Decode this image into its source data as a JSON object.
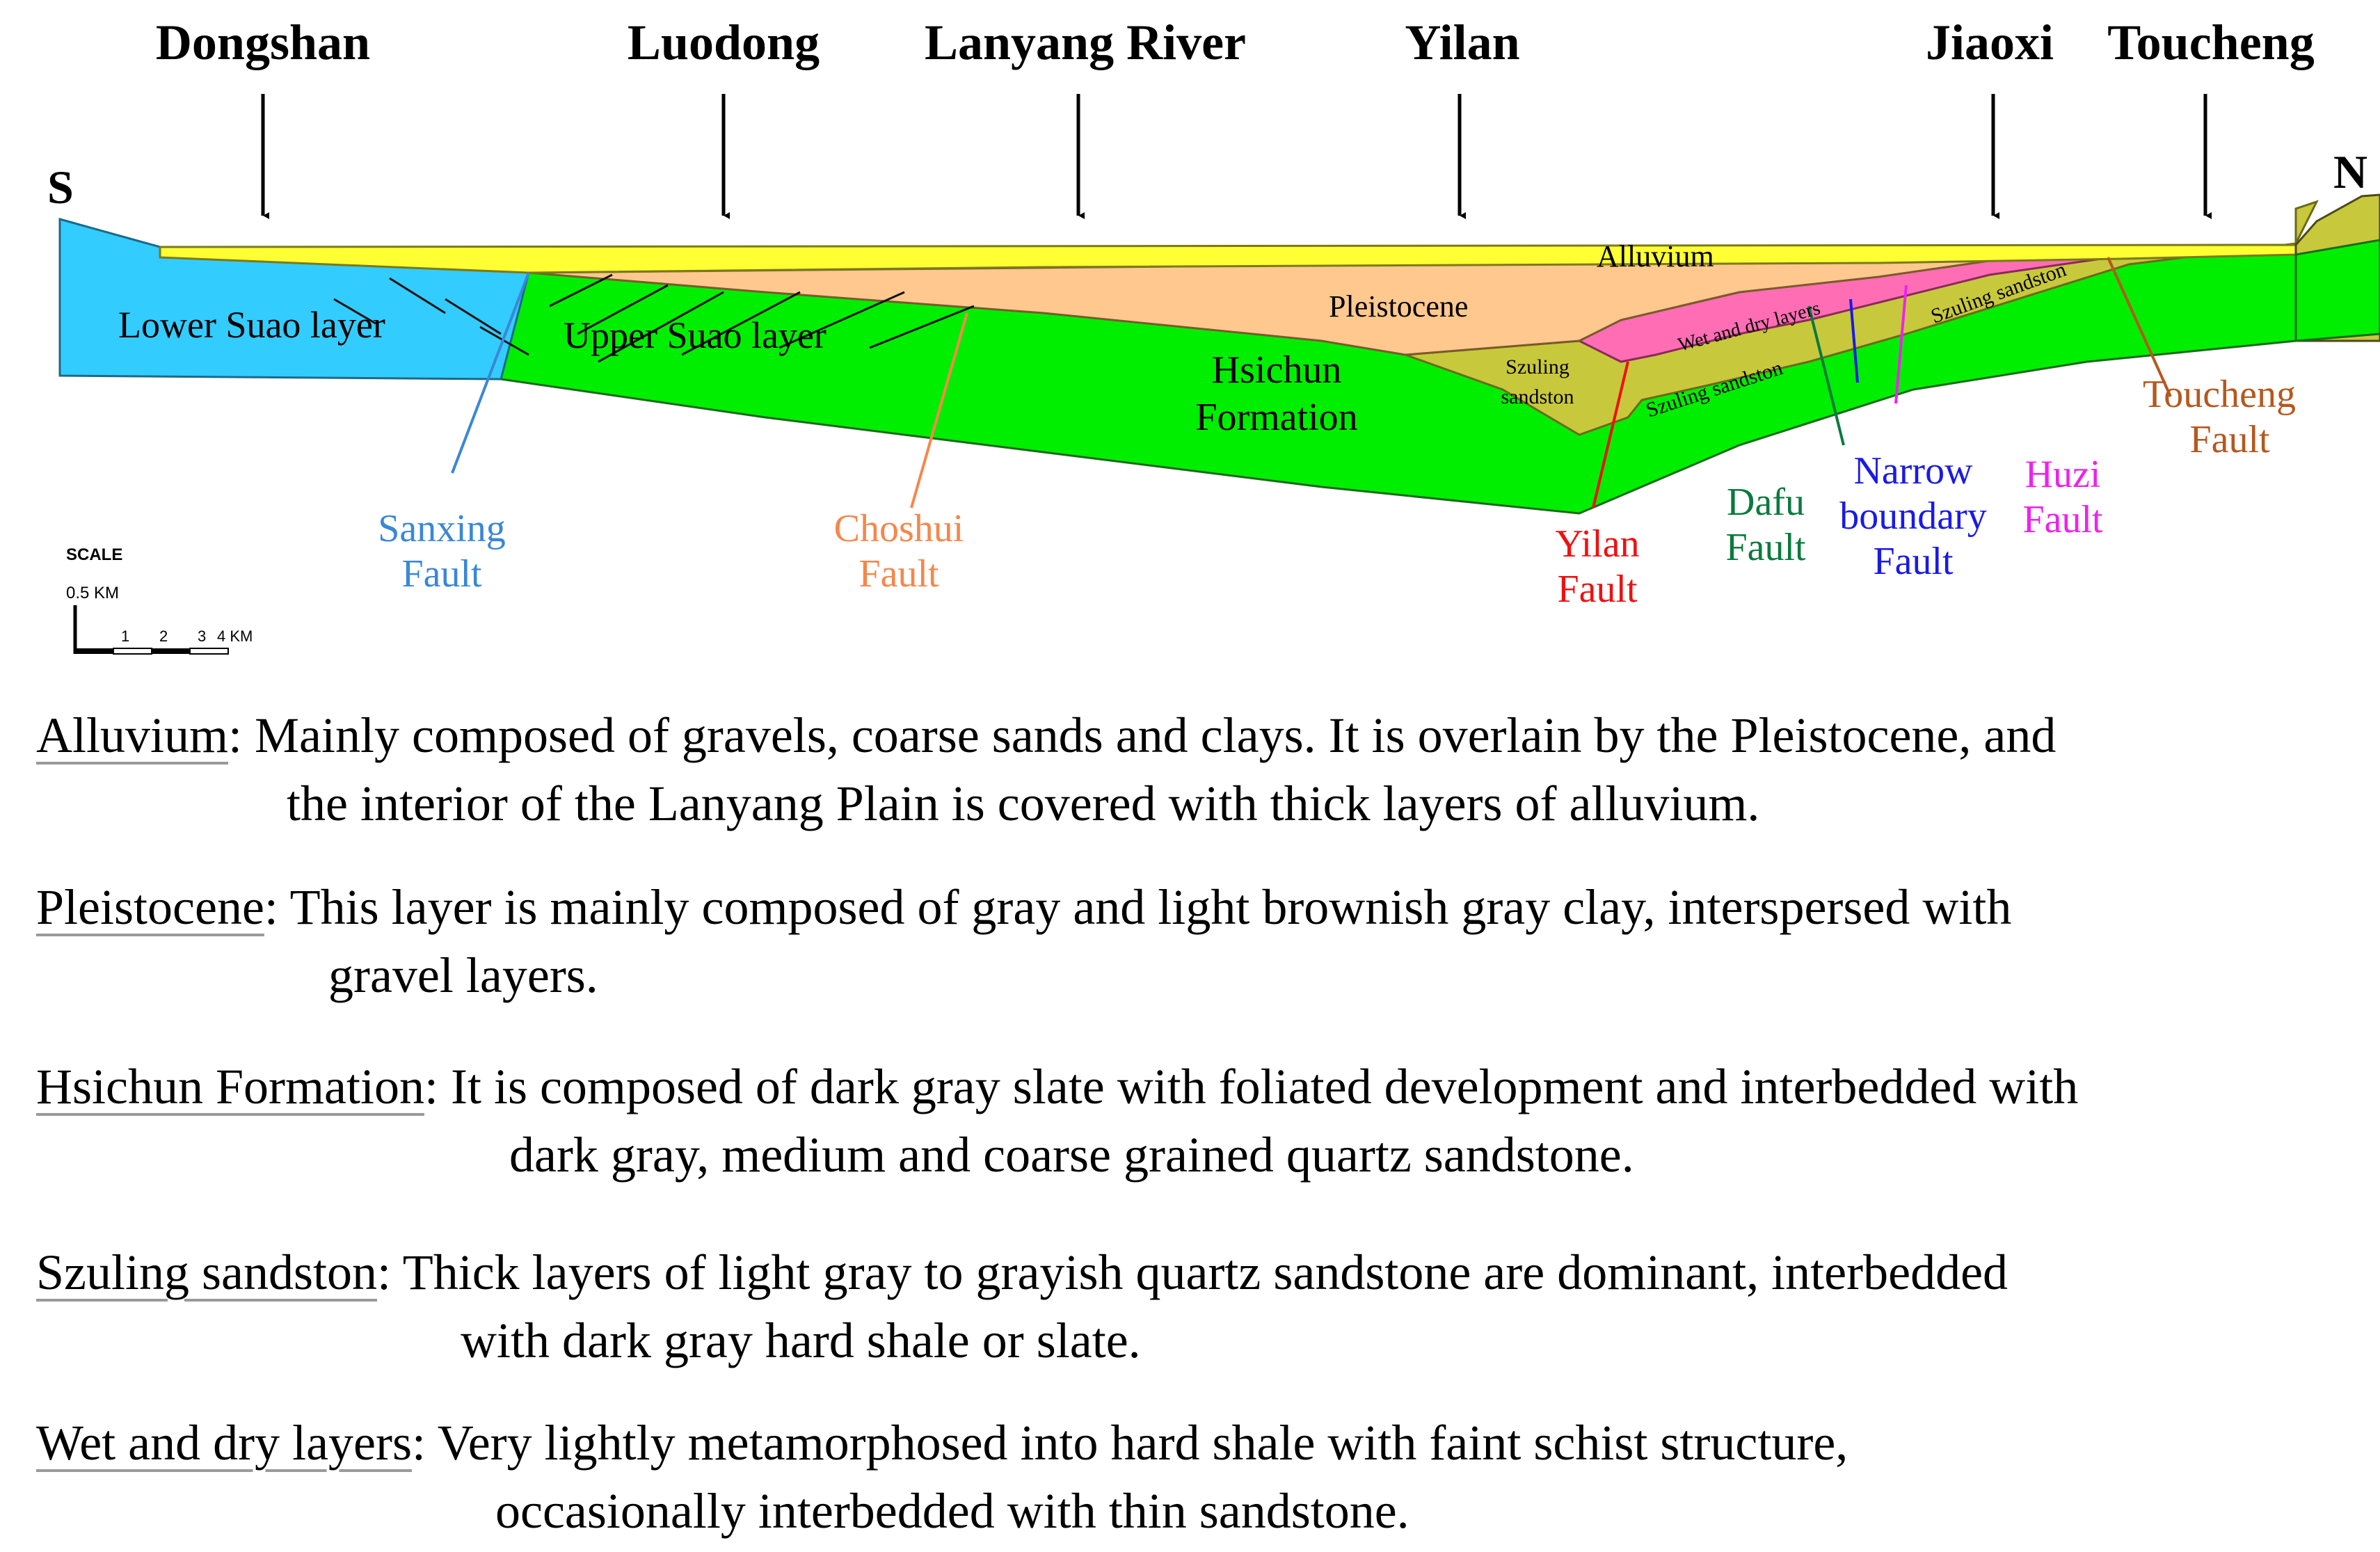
{
  "directions": {
    "south": "S",
    "north": "N"
  },
  "towns": [
    "Dongshan",
    "Luodong",
    "Lanyang River",
    "Yilan",
    "Jiaoxi",
    "Toucheng"
  ],
  "layers": {
    "alluvium": "Alluvium",
    "pleistocene": "Pleistocene",
    "lower_suao": "Lower Suao layer",
    "upper_suao": "Upper Suao layer",
    "hsichun_1": "Hsichun",
    "hsichun_2": "Formation",
    "szuling_west_1": "Szuling",
    "szuling_west_2": "sandston",
    "szuling_mid": "Szuling sandston",
    "szuling_east": "Szuling sandston",
    "wet_dry": "Wet and dry layers"
  },
  "faults": {
    "sanxing": [
      "Sanxing",
      "Fault"
    ],
    "choshui": [
      "Choshui",
      "Fault"
    ],
    "yilan": [
      "Yilan",
      "Fault"
    ],
    "dafu": [
      "Dafu",
      "Fault"
    ],
    "narrow": [
      "Narrow",
      "boundary",
      "Fault"
    ],
    "huzi": [
      "Huzi",
      "Fault"
    ],
    "toucheng": [
      "Toucheng",
      "Fault"
    ]
  },
  "scale": {
    "title": "SCALE",
    "vertical": "0.5 KM",
    "ticks": [
      "1",
      "2",
      "3",
      "4 KM"
    ]
  },
  "colors": {
    "lower_suao": "#33ccff",
    "hsichun": "#00ee00",
    "alluvium": "#ffff33",
    "pleistocene": "#ffc88f",
    "szuling": "#c8c83c",
    "wet_dry": "#ff6eb4",
    "sanxing": "#3a87d6",
    "choshui": "#f5874a",
    "yilan": "#ee1111",
    "dafu": "#0b7a3e",
    "narrow": "#1a1ae6",
    "huzi": "#ee22ee",
    "toucheng": "#b5581e"
  },
  "legend": [
    {
      "term": "Alluvium",
      "rest": ": Mainly composed of gravels, coarse sands and clays. It is overlain by the Pleistocene, and",
      "line2": "the interior of the Lanyang Plain is covered with thick layers of alluvium."
    },
    {
      "term": "Pleistocene",
      "rest": ": This layer is mainly composed of gray and light brownish gray clay, interspersed with",
      "line2": "gravel layers."
    },
    {
      "term": "Hsichun Formation",
      "rest": ": It is composed of dark gray slate with foliated development and interbedded with",
      "line2": "dark gray, medium and coarse grained quartz sandstone."
    },
    {
      "term": "Szuling sandston",
      "rest": ": Thick layers of light gray to grayish quartz sandstone are dominant, interbedded",
      "line2": "with dark gray hard shale or slate."
    },
    {
      "term": "Wet and dry layers",
      "rest": ": Very lightly metamorphosed into hard shale with faint schist structure,",
      "line2": "occasionally interbedded with thin sandstone."
    }
  ]
}
